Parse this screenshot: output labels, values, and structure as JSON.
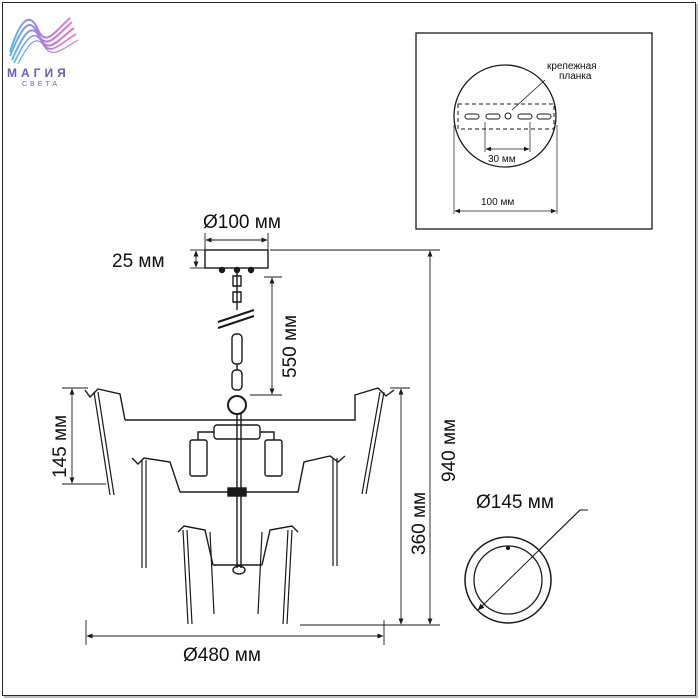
{
  "brand": {
    "name": "МАГИЯ",
    "tagline": "СВЕТА",
    "colors": {
      "violet": "#6a5fb0",
      "pink": "#e879c8",
      "cyan": "#5ab8e8"
    }
  },
  "mounting_plate": {
    "label_line1": "крепежная",
    "label_line2": "планка",
    "hole_spacing": "30 мм",
    "plate_diameter": "100 мм"
  },
  "dimensions": {
    "canopy_diameter": "Ø100 мм",
    "canopy_height": "25 мм",
    "chain_length": "550 мм",
    "shade_height": "145 мм",
    "body_height": "360 мм",
    "total_height": "940 мм",
    "overall_diameter": "Ø480 мм",
    "ring_diameter": "Ø145 мм"
  }
}
